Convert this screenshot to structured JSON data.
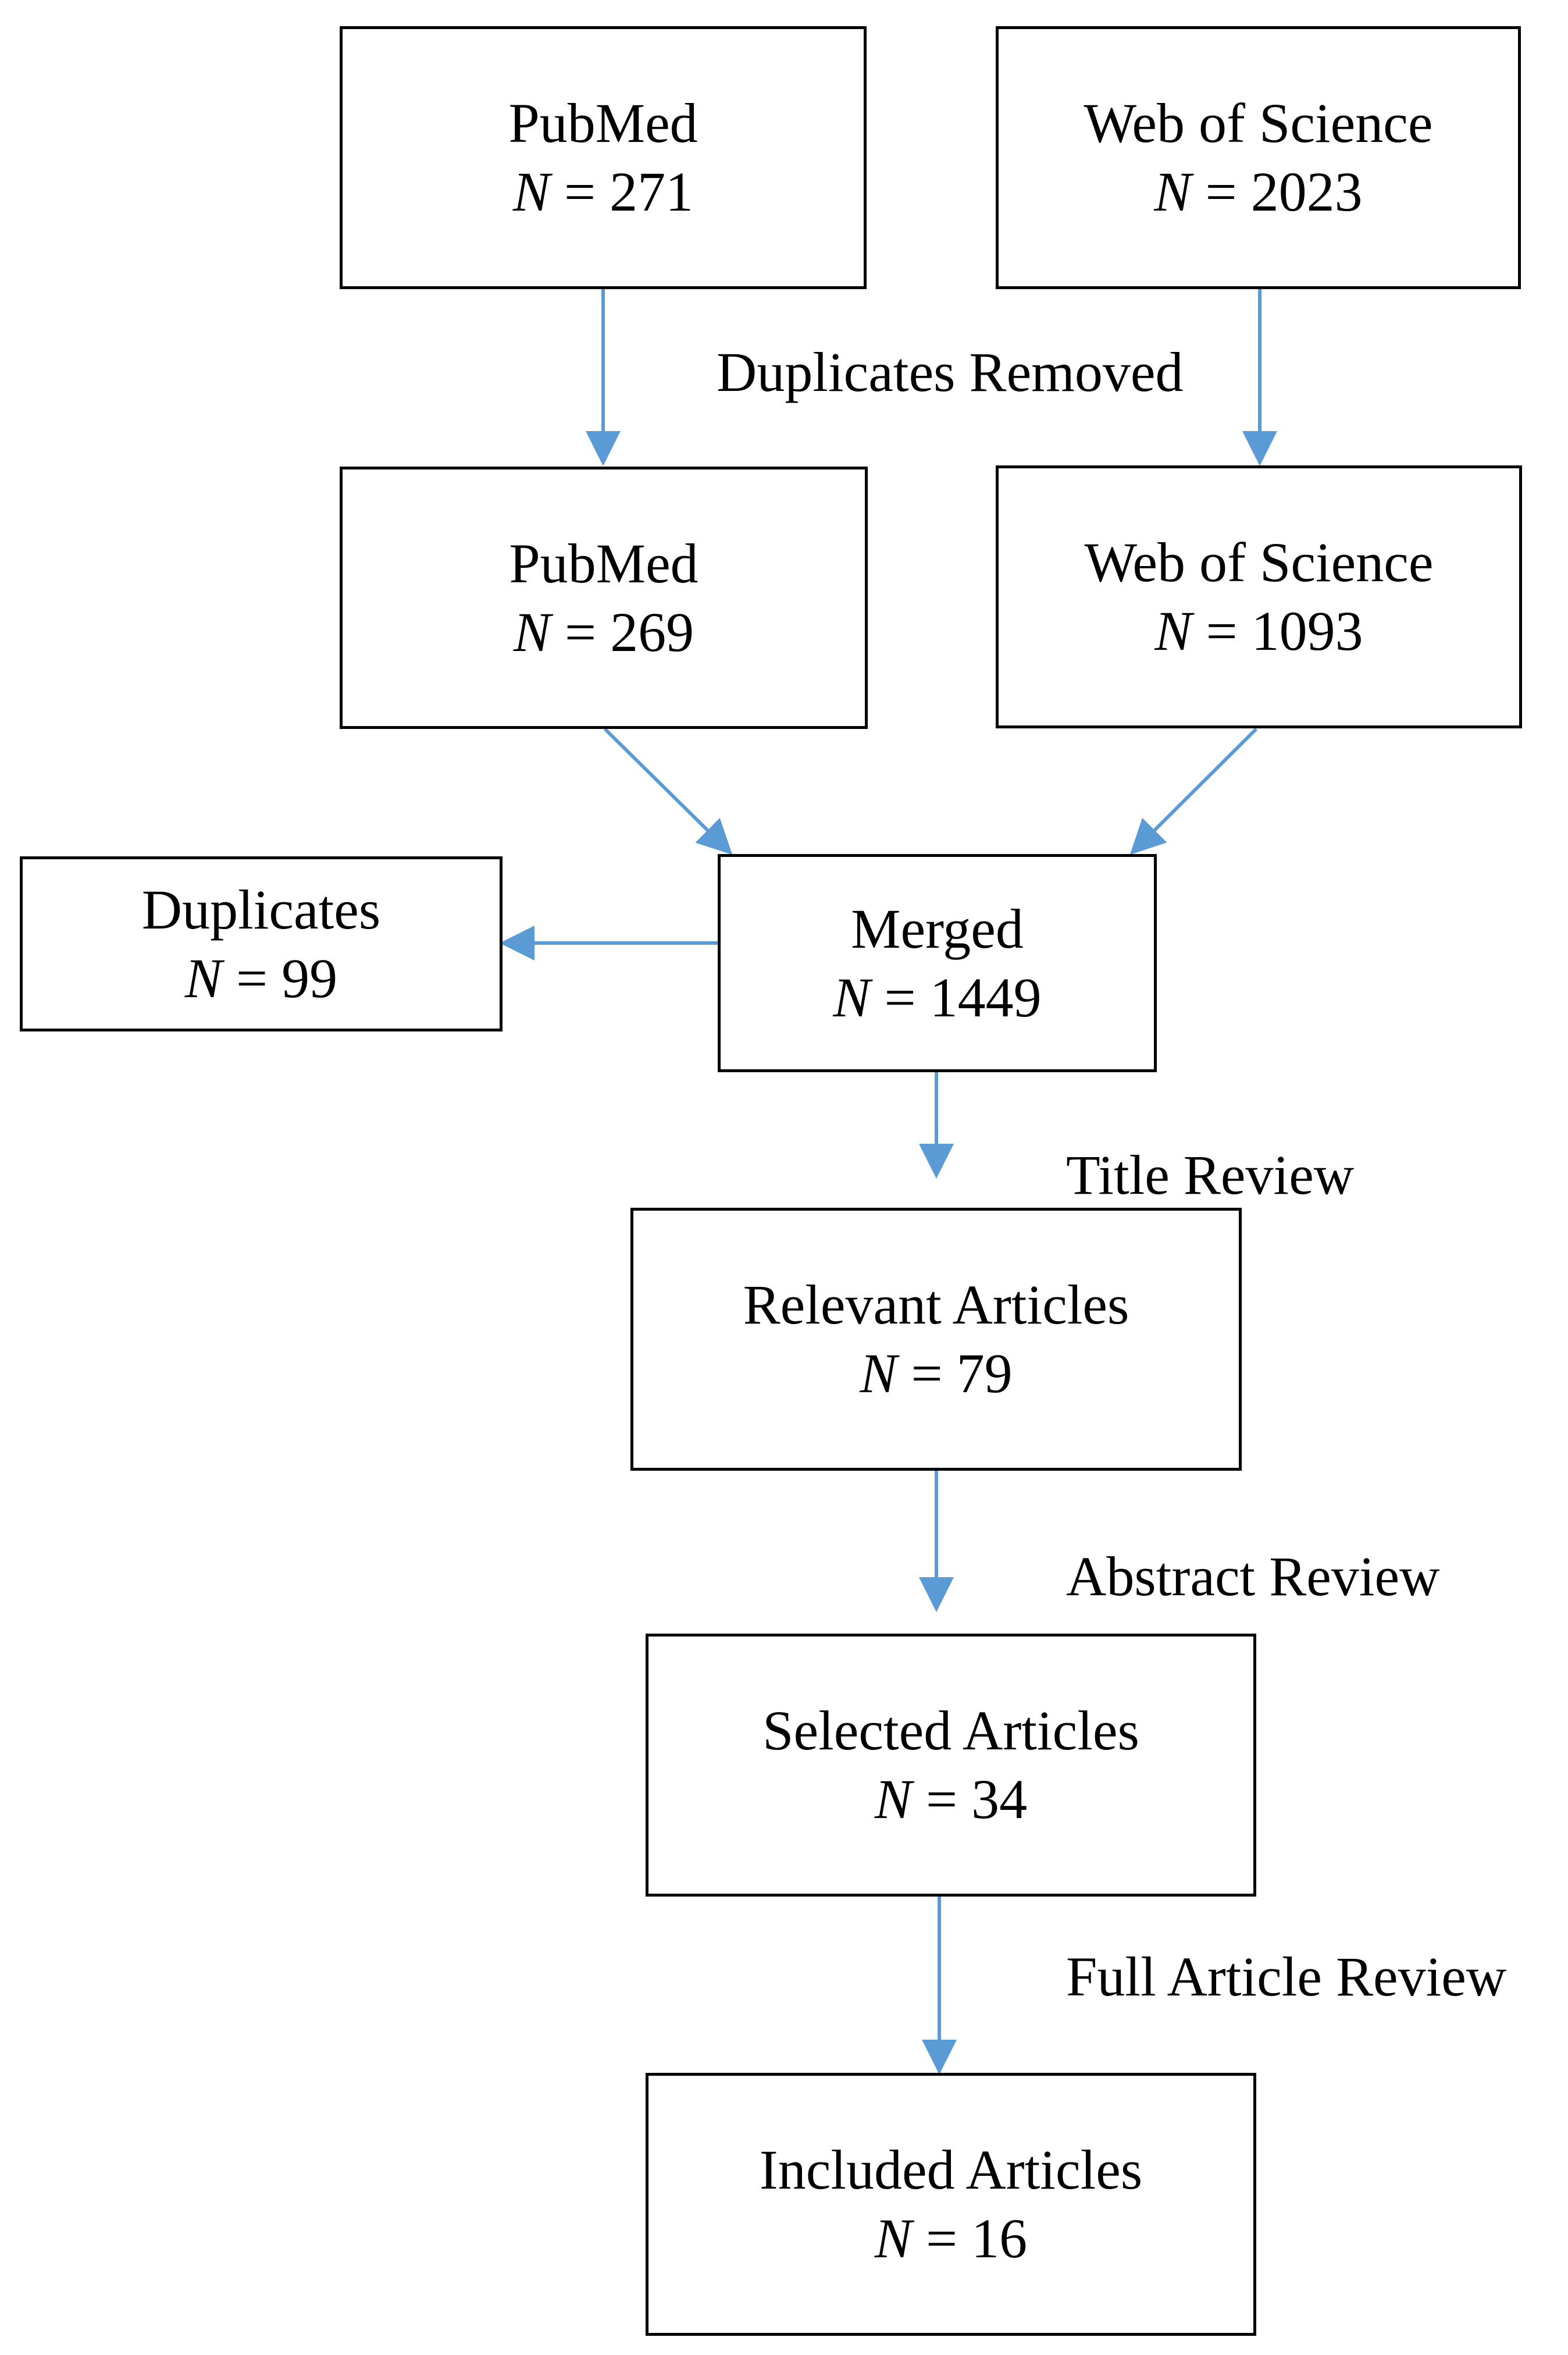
{
  "diagram": {
    "boxes": {
      "pubmed_initial": {
        "title": "PubMed",
        "n_symbol": "N",
        "n_value": "= 271"
      },
      "wos_initial": {
        "title": "Web of Science",
        "n_symbol": "N",
        "n_value": "= 2023"
      },
      "pubmed_dedup": {
        "title": "PubMed",
        "n_symbol": "N",
        "n_value": "= 269"
      },
      "wos_dedup": {
        "title": "Web of Science",
        "n_symbol": "N",
        "n_value": "= 1093"
      },
      "duplicates": {
        "title": "Duplicates",
        "n_symbol": "N",
        "n_value": "= 99"
      },
      "merged": {
        "title": "Merged",
        "n_symbol": "N",
        "n_value": "= 1449"
      },
      "relevant": {
        "title": "Relevant Articles",
        "n_symbol": "N",
        "n_value": "= 79"
      },
      "selected": {
        "title": "Selected Articles",
        "n_symbol": "N",
        "n_value": "= 34"
      },
      "included": {
        "title": "Included Articles",
        "n_symbol": "N",
        "n_value": "= 16"
      }
    },
    "labels": {
      "duplicates_removed": "Duplicates Removed",
      "title_review": "Title Review",
      "abstract_review": "Abstract Review",
      "full_article_review": "Full Article Review"
    },
    "colors": {
      "arrow": "#5B9BD5",
      "box_border": "#000000"
    }
  }
}
